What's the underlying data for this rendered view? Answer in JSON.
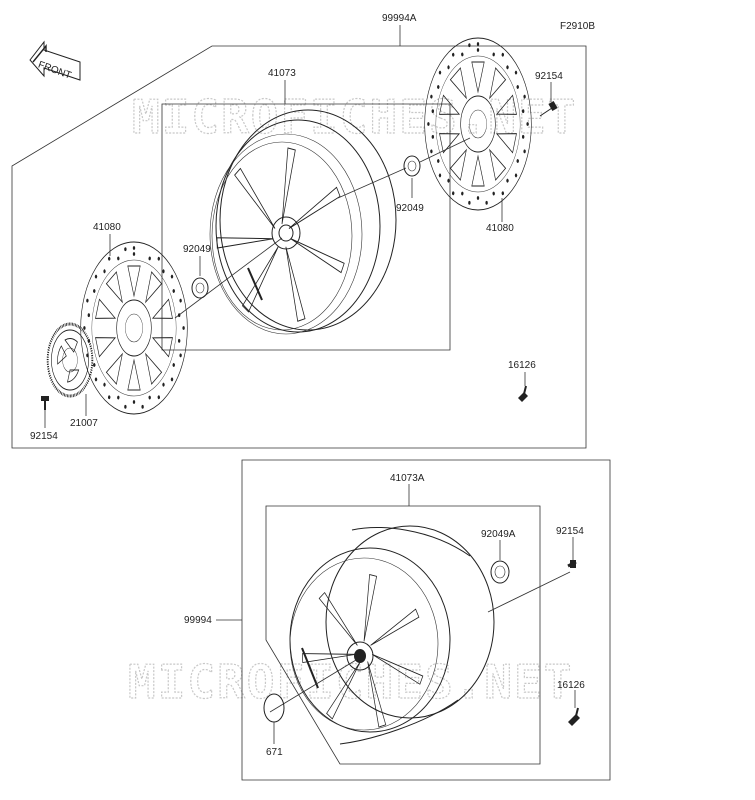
{
  "diagram_code": "F2910B",
  "watermark": "MICROFICHES.NET",
  "front_arrow": {
    "text": "FRONT",
    "icon": "front-arrow-icon"
  },
  "upper_assembly": {
    "assembly_label": "99994A",
    "rim_label": "41073",
    "left_disc_label": "41080",
    "right_disc_label": "41080",
    "left_collar_label": "92049",
    "right_collar_label": "92049",
    "left_bolt_label": "92154",
    "right_bolt_label": "92154",
    "rotor_ring_label": "21007",
    "valve_label": "16126"
  },
  "lower_assembly": {
    "assembly_label": "99994",
    "rim_label": "41073A",
    "collar_label": "92049A",
    "bolt_label": "92154",
    "valve_label": "16126",
    "oring_label": "671"
  }
}
